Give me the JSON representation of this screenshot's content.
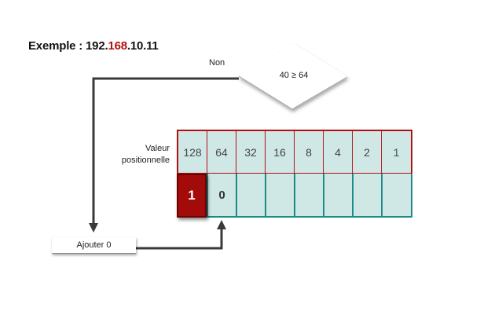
{
  "example": {
    "prefix": "Exemple : 192.",
    "highlight": "168",
    "suffix": ".10.11"
  },
  "decision": {
    "condition": "40 ≥ 64",
    "no_label": "Non"
  },
  "table": {
    "row_label_line1": "Valeur",
    "row_label_line2": "positionnelle",
    "place_values": [
      "128",
      "64",
      "32",
      "16",
      "8",
      "4",
      "2",
      "1"
    ],
    "bits": [
      "1",
      "0",
      "",
      "",
      "",
      "",
      "",
      ""
    ],
    "active_index": 0
  },
  "action": {
    "add_label": "Ajouter 0"
  },
  "colors": {
    "accent_red": "#b01010",
    "cell_fill": "#cfe8e6",
    "teal_border": "#1a8a86",
    "active_bit_fill": "#a30a0a"
  }
}
